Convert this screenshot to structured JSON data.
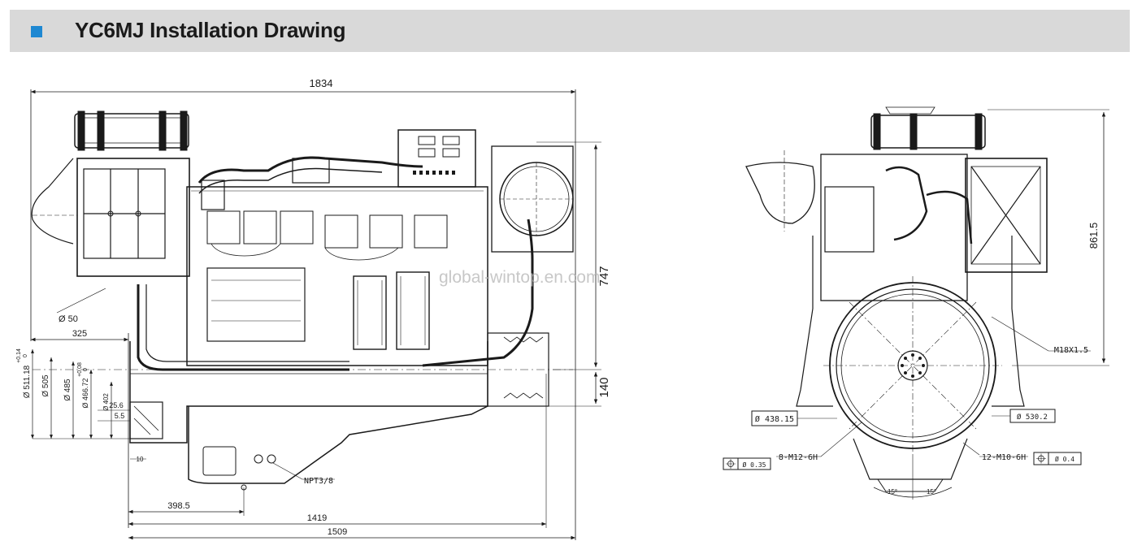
{
  "header": {
    "title": "YC6MJ  Installation Drawing",
    "accent_color": "#1e88d2",
    "bullet_icon": "square-bullet-icon"
  },
  "watermark": "global-wintop.en.com",
  "side_view": {
    "dims": {
      "overall_length": "1834",
      "height_747": "747",
      "height_140": "140",
      "left_325": "325",
      "len_398_5": "398.5",
      "len_1419": "1419",
      "len_1509": "1509",
      "phi_50": "Ø 50",
      "d_511": "Ø 511.18",
      "d_511_tol_top": "+0.14",
      "d_511_tol_bot": "0",
      "d_505": "Ø 505",
      "d_485": "Ø 485",
      "d_466": "Ø 466.72",
      "d_466_tol_top": "+0.08",
      "d_466_tol_bot": "0",
      "d_402": "Ø 402",
      "d_25_6": "25.6",
      "d_5_5": "5.5",
      "d_10": "10",
      "npt": "NPT3/8"
    }
  },
  "front_view": {
    "dims": {
      "height_861_5": "861.5",
      "thread_m18": "M18X1.5",
      "d_438": "Ø 438.15",
      "d_530": "Ø 530.2",
      "bolt_8m12": "8-M12-6H",
      "bolt_12m10": "12-M10-6H",
      "tol_035": "Ø 0.35",
      "tol_04": "Ø 0.4",
      "angle_a": "15°",
      "angle_b": "15°"
    }
  }
}
